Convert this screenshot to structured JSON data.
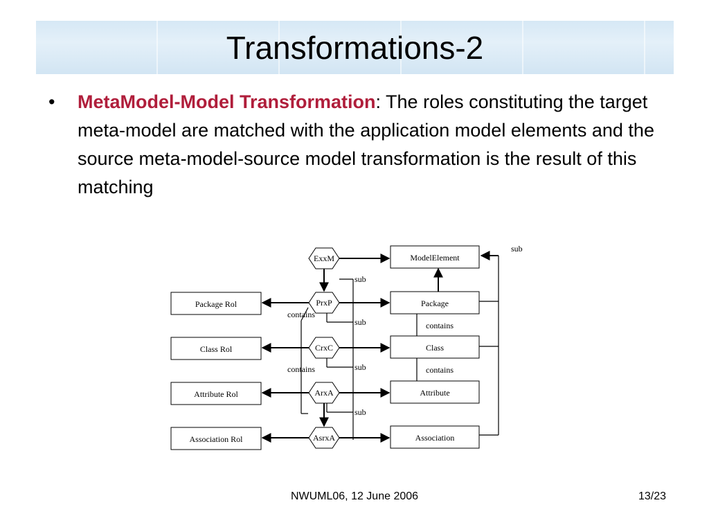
{
  "slide": {
    "title": "Transformations-2",
    "bullet": {
      "marker": "•",
      "term": "MetaModel-Model Transformation",
      "text": ": The roles constituting the target meta-model are matched with the application model elements and the source meta-model-source model transformation is the result of this matching"
    }
  },
  "diagram": {
    "roles": [
      "Package Rol",
      "Class Rol",
      "Attribute Rol",
      "Association Rol"
    ],
    "hexagons": [
      "ExxM",
      "PrxP",
      "CrxC",
      "ArxA",
      "AsrxA"
    ],
    "model_elements": [
      "ModelElement",
      "Package",
      "Class",
      "Attribute",
      "Association"
    ],
    "labels": {
      "sub": "sub",
      "contains": "contains"
    },
    "colors": {
      "stroke": "#000000",
      "box_fill": "#ffffff"
    }
  },
  "footer": {
    "center": "NWUML06, 12 June 2006",
    "page": "13/23"
  }
}
